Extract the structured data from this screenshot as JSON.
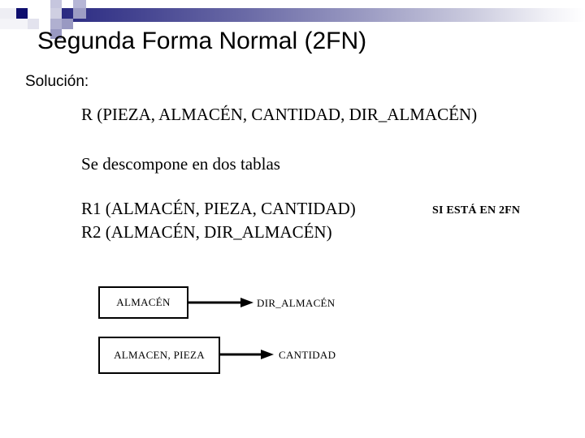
{
  "slide": {
    "title": "Segunda Forma Normal (2FN)",
    "solution_label": "Solución:",
    "relation_r": "R (PIEZA, ALMACÉN, CANTIDAD, DIR_ALMACÉN)",
    "decompose_note": "Se descompone en dos tablas",
    "relation_r1": "R1 (ALMACÉN, PIEZA, CANTIDAD)",
    "relation_r2": "R2 (ALMACÉN, DIR_ALMACÉN)",
    "badge_2fn": "SI ESTÁ EN 2FN"
  },
  "diagram": {
    "dependencies": [
      {
        "determinant": "ALMACÉN",
        "dependent": "DIR_ALMACÉN",
        "arrow_icon": "arrow-right-icon"
      },
      {
        "determinant": "ALMACEN, PIEZA",
        "dependent": "CANTIDAD",
        "arrow_icon": "arrow-right-icon"
      }
    ]
  },
  "theme": {
    "banner_start": "#1d1d72",
    "banner_end": "#ffffff",
    "accent_dark": "#0e0e6e",
    "text": "#000000",
    "background": "#ffffff"
  }
}
